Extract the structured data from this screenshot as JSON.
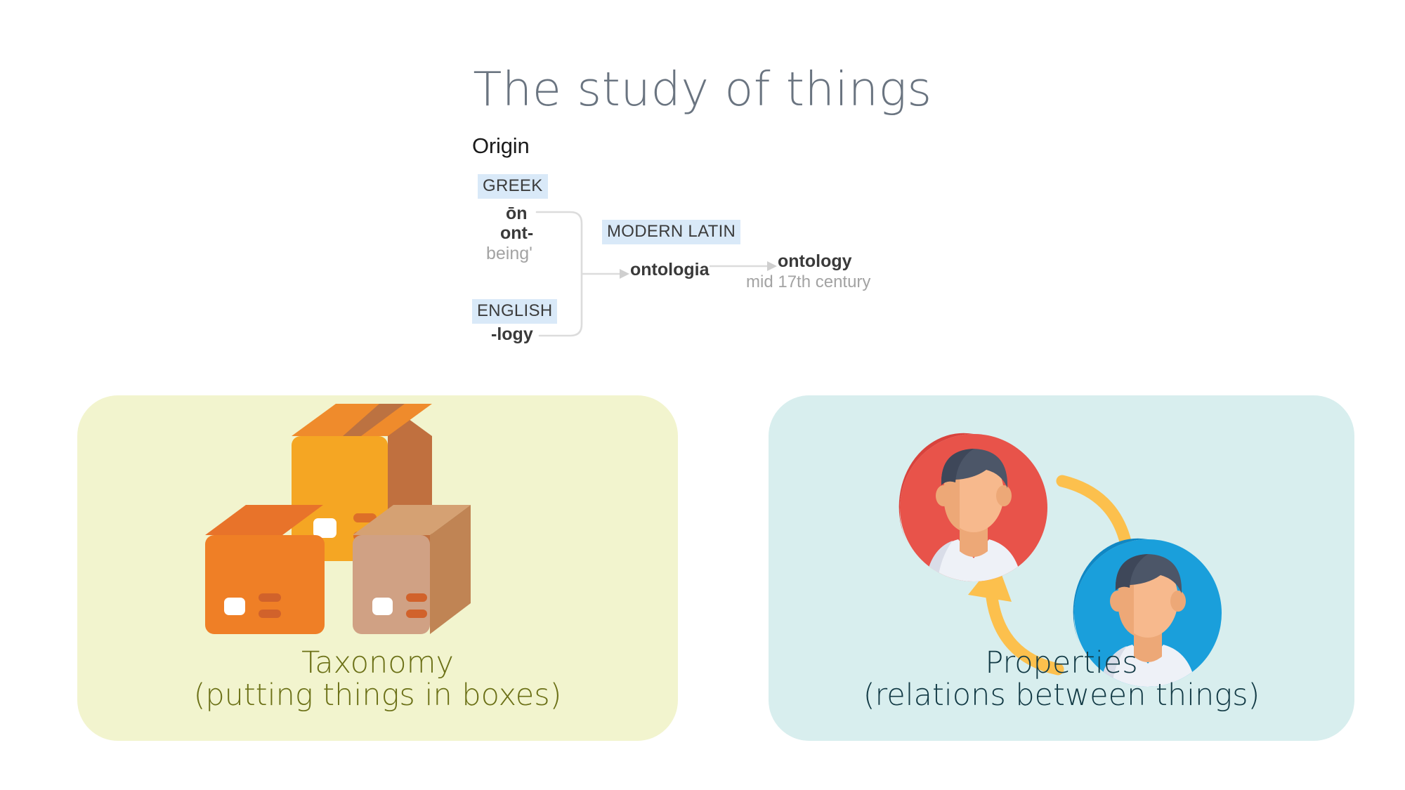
{
  "title": "The study of things",
  "etymology": {
    "heading": "Origin",
    "greek_badge": "GREEK",
    "english_badge": "ENGLISH",
    "latin_badge": "MODERN LATIN",
    "greek_root_1": "ōn",
    "greek_root_2": "ont-",
    "greek_gloss": "being'",
    "english_root": "-logy",
    "latin_word": "ontologia",
    "english_word": "ontology",
    "english_date": "mid 17th century"
  },
  "cards": {
    "taxonomy": {
      "caption": "Taxonomy\n(putting things in boxes)",
      "background": "#f2f4ce",
      "text_color": "#6b7016",
      "icon": "stacked-boxes-icon"
    },
    "properties": {
      "caption": "Properties\n(relations between things)",
      "background": "#d8eeee",
      "text_color": "#123a45",
      "icon": "two-people-cycle-icon"
    }
  },
  "colors": {
    "title": "#6a7480",
    "badge_background": "#d9e9f8",
    "connector": "#d8d8d8",
    "box_orange": "#f0932b",
    "box_amber": "#f5a623",
    "avatar_red": "#e8534a",
    "avatar_blue": "#1a9fdb",
    "arrow_yellow": "#fcc04d"
  }
}
